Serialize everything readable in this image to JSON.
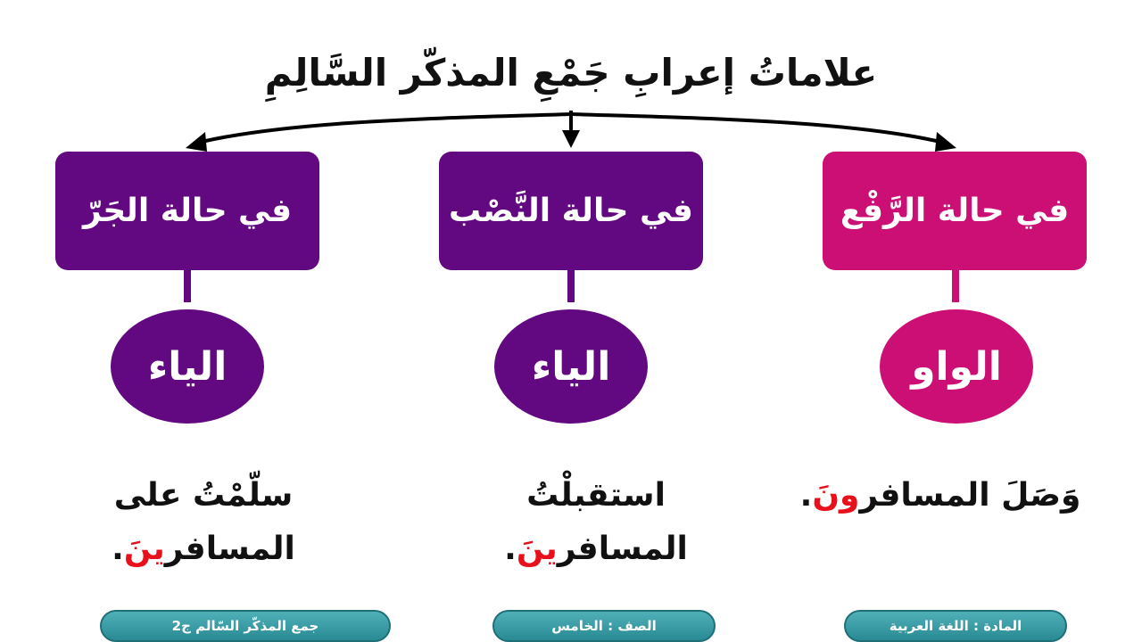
{
  "title": "علاماتُ إعرابِ جَمْعِ المذكّر السَّالِمِ",
  "colors": {
    "raf": "#cc0f74",
    "nasb": "#620880",
    "jarr": "#620880",
    "highlight": "#e8101a",
    "pill": "#2a8a94"
  },
  "cases": [
    {
      "id": "raf",
      "label": "في حالة الرَّفْع",
      "sign": "الواو",
      "example_before": "وَصَلَ المسافر",
      "example_ending": "ونَ",
      "example_after": "."
    },
    {
      "id": "nasb",
      "label": "في حالة النَّصْب",
      "sign": "الياء",
      "example_before": "استقبلْتُ المسافر",
      "example_ending": "ينَ",
      "example_after": "."
    },
    {
      "id": "jarr",
      "label": "في حالة الجَرّ",
      "sign": "الياء",
      "example_before": "سلّمْتُ على المسافر",
      "example_ending": "ينَ",
      "example_after": "."
    }
  ],
  "footer": {
    "subject": "المادة : اللغة العربية",
    "grade": "الصف : الخامس",
    "lesson": "جمع المذكّر السّالم ج2"
  }
}
